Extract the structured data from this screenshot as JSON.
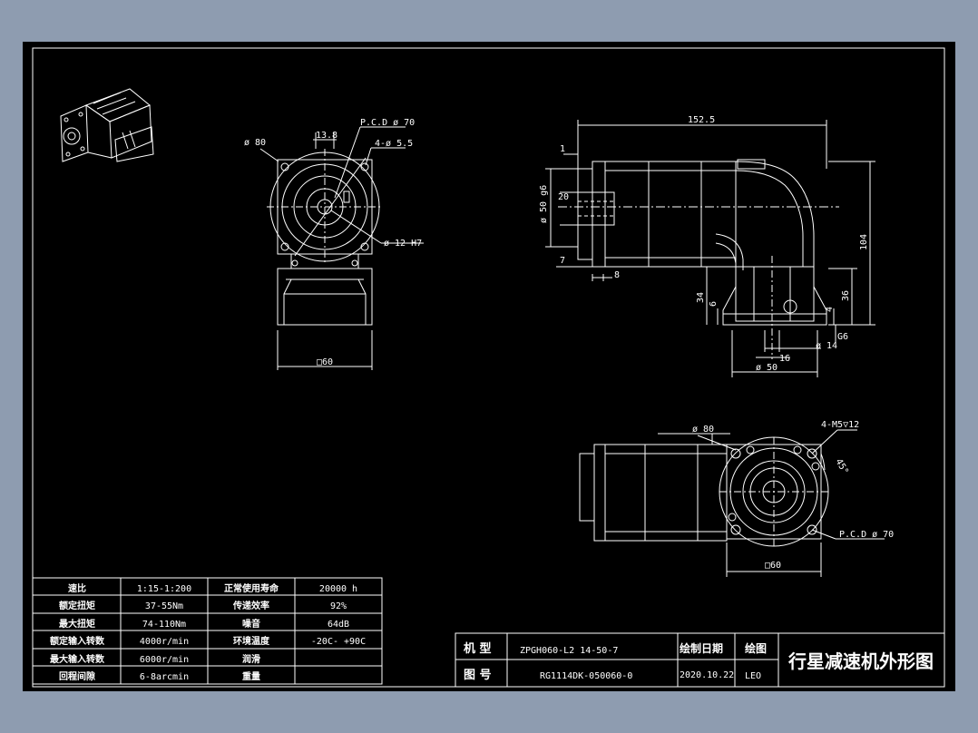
{
  "dimensions": {
    "front": {
      "dia_80": "ø 80",
      "d_13_8": "13.8",
      "pcd_70": "P.C.D ø 70",
      "holes_4_5_5": "4-ø 5.5",
      "dia_12_h7": "ø 12 H7",
      "square_60": "□60"
    },
    "side": {
      "total_152_5": "152.5",
      "d_1": "1",
      "dia_50_g6": "ø 50 g6",
      "d_20": "20",
      "d_7": "7",
      "d_8": "8",
      "h_104": "104",
      "d_34": "34",
      "d_6": "6",
      "d_36": "36",
      "d_4": "4",
      "g6": "G6",
      "dia_14": "ø 14",
      "d_16": "16",
      "dia_50": "ø 50"
    },
    "bottom": {
      "dia_80": "ø 80",
      "holes_m5": "4-M5▽12",
      "angle_45": "45°",
      "pcd_70": "P.C.D ø 70",
      "square_60": "□60"
    }
  },
  "spec_table": [
    [
      "速比",
      "1:15-1:200",
      "正常使用寿命",
      "20000 h"
    ],
    [
      "额定扭矩",
      "37-55Nm",
      "传递效率",
      "92%"
    ],
    [
      "最大扭矩",
      "74-110Nm",
      "噪音",
      "64dB"
    ],
    [
      "额定输入转数",
      "4000r/min",
      "环境温度",
      "-20C- +90C"
    ],
    [
      "最大输入转数",
      "6000r/min",
      "润滑",
      ""
    ],
    [
      "回程间隙",
      "6-8arcmin",
      "重量",
      ""
    ]
  ],
  "title_block": {
    "model_label": "机 型",
    "model_value": "ZPGH060-L2 14-50-7",
    "drawing_no_label": "图 号",
    "drawing_no_value": "RG1114DK-050060-0",
    "date_label": "绘制日期",
    "date_value": "2020.10.22",
    "drawer_label": "绘图",
    "drawer_value": "LEO",
    "title": "行星减速机外形图"
  }
}
